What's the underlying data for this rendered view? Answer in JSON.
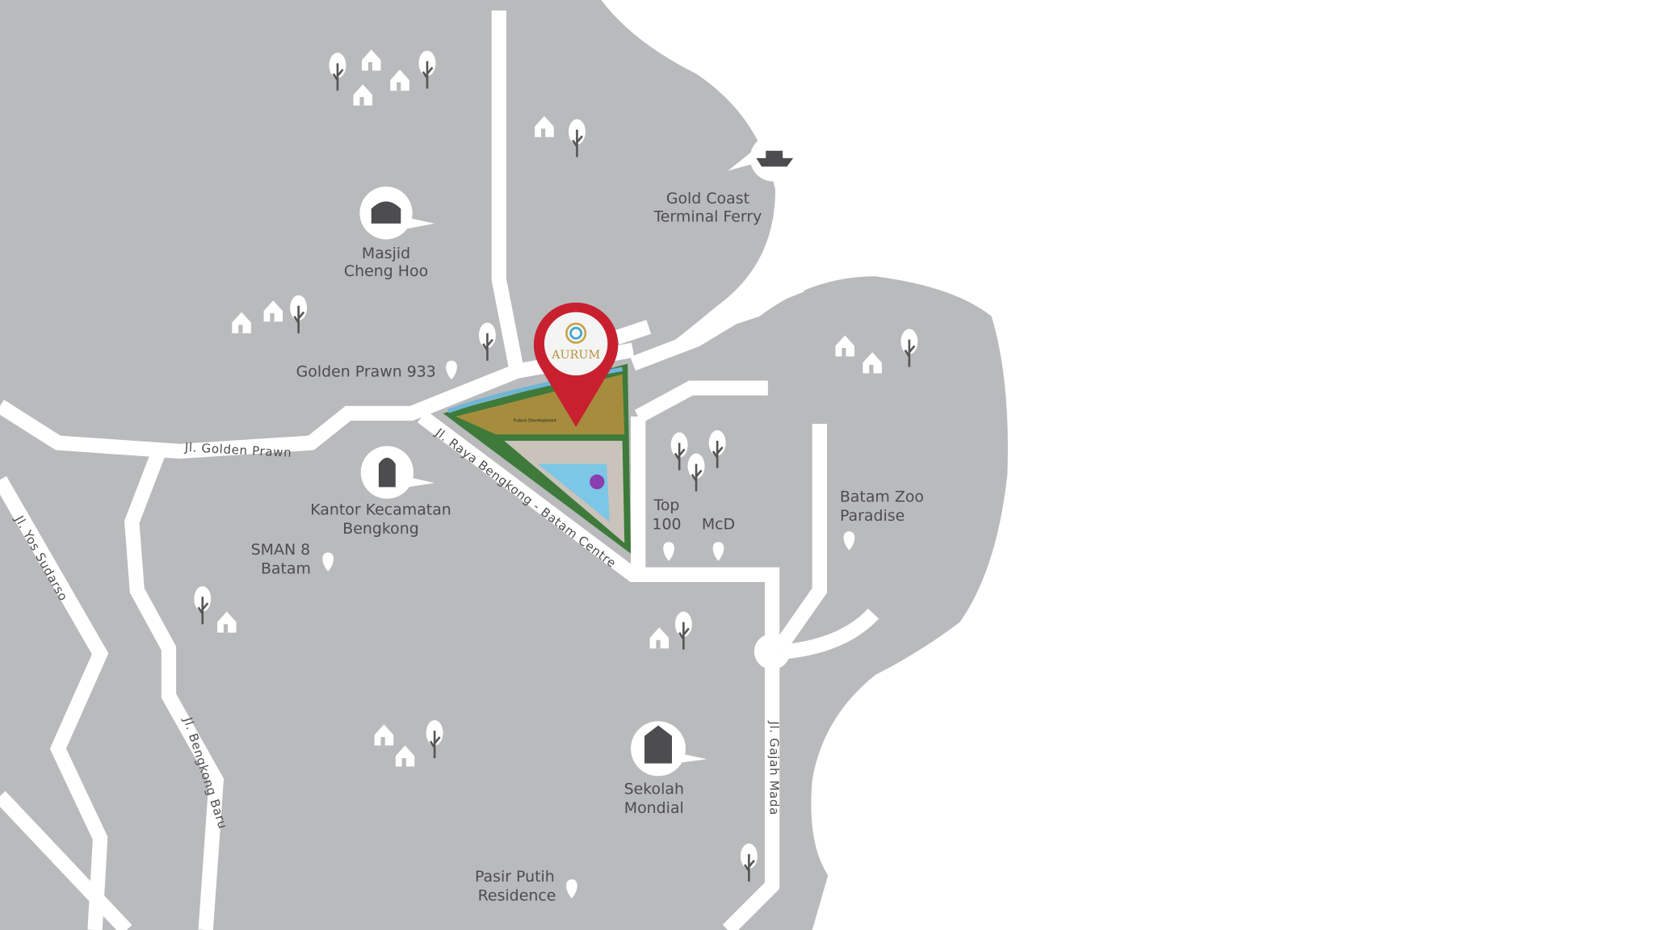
{
  "colors": {
    "land": "#b9babc",
    "road": "#ffffff",
    "pin": "#c8202f",
    "label": "#4d4d4f",
    "icon": "#4d4d4f"
  },
  "brand": {
    "logo_text": "AURUM",
    "plan_label": "Future Development"
  },
  "places": {
    "masjid": [
      "Masjid",
      "Cheng Hoo"
    ],
    "ferry": [
      "Gold Coast",
      "Terminal Ferry"
    ],
    "golden_prawn": "Golden Prawn 933",
    "kantor": [
      "Kantor Kecamatan",
      "Bengkong"
    ],
    "sman": [
      "SMAN 8",
      "Batam"
    ],
    "top100": [
      "Top",
      "100"
    ],
    "mcd": "McD",
    "zoo": [
      "Batam Zoo",
      "Paradise"
    ],
    "sekolah": [
      "Sekolah",
      "Mondial"
    ],
    "pasir": [
      "Pasir Putih",
      "Residence"
    ]
  },
  "roads": {
    "golden_prawn": "Jl. Golden Prawn",
    "raya_bengkong": "Jl. Raya Bengkong - Batam Centre",
    "yos_sudarso": "Jl. Yos Sudarso",
    "bengkong_baru": "Jl. Bengkong Baru",
    "gajah_mada": "Jl. Gajah Mada"
  },
  "icons": [
    "mosque-icon",
    "ship-icon",
    "government-building-icon",
    "school-icon",
    "location-pin-icon",
    "house-icon",
    "tree-icon"
  ]
}
